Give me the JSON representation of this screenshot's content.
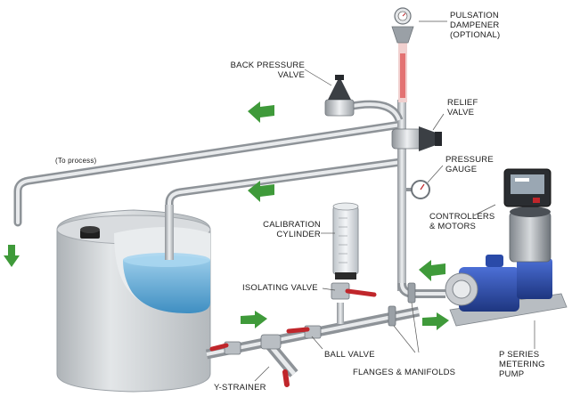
{
  "labels": {
    "pulsation_dampener": [
      "PULSATION",
      "DAMPENER",
      "(OPTIONAL)"
    ],
    "back_pressure_valve": [
      "BACK PRESSURE",
      "VALVE"
    ],
    "relief_valve": [
      "RELIEF",
      "VALVE"
    ],
    "to_process": "(To process)",
    "pressure_gauge": [
      "PRESSURE",
      "GAUGE"
    ],
    "controllers_motors": [
      "CONTROLLERS",
      "& MOTORS"
    ],
    "calibration_cylinder": [
      "CALIBRATION",
      "CYLINDER"
    ],
    "isolating_valve": "ISOLATING VALVE",
    "ball_valve": "BALL VALVE",
    "flanges_manifolds": "FLANGES & MANIFOLDS",
    "p_series_pump": [
      "P SERIES",
      "METERING PUMP"
    ],
    "y_strainer": "Y-STRAINER"
  },
  "colors": {
    "pipe": "#c9ccd0",
    "pipe_shadow": "#8e9398",
    "tank": "#cfd3d6",
    "water": "#6fb3d9",
    "flow_arrow": "#3f9a3a",
    "valve_handle": "#c0262b",
    "pump_body": "#2f4fb0",
    "dampener_fluid": "#e05a5a"
  },
  "icons": [
    "flow-arrow-icon",
    "valve-handle-icon",
    "pressure-gauge-icon",
    "controller-display-icon"
  ]
}
